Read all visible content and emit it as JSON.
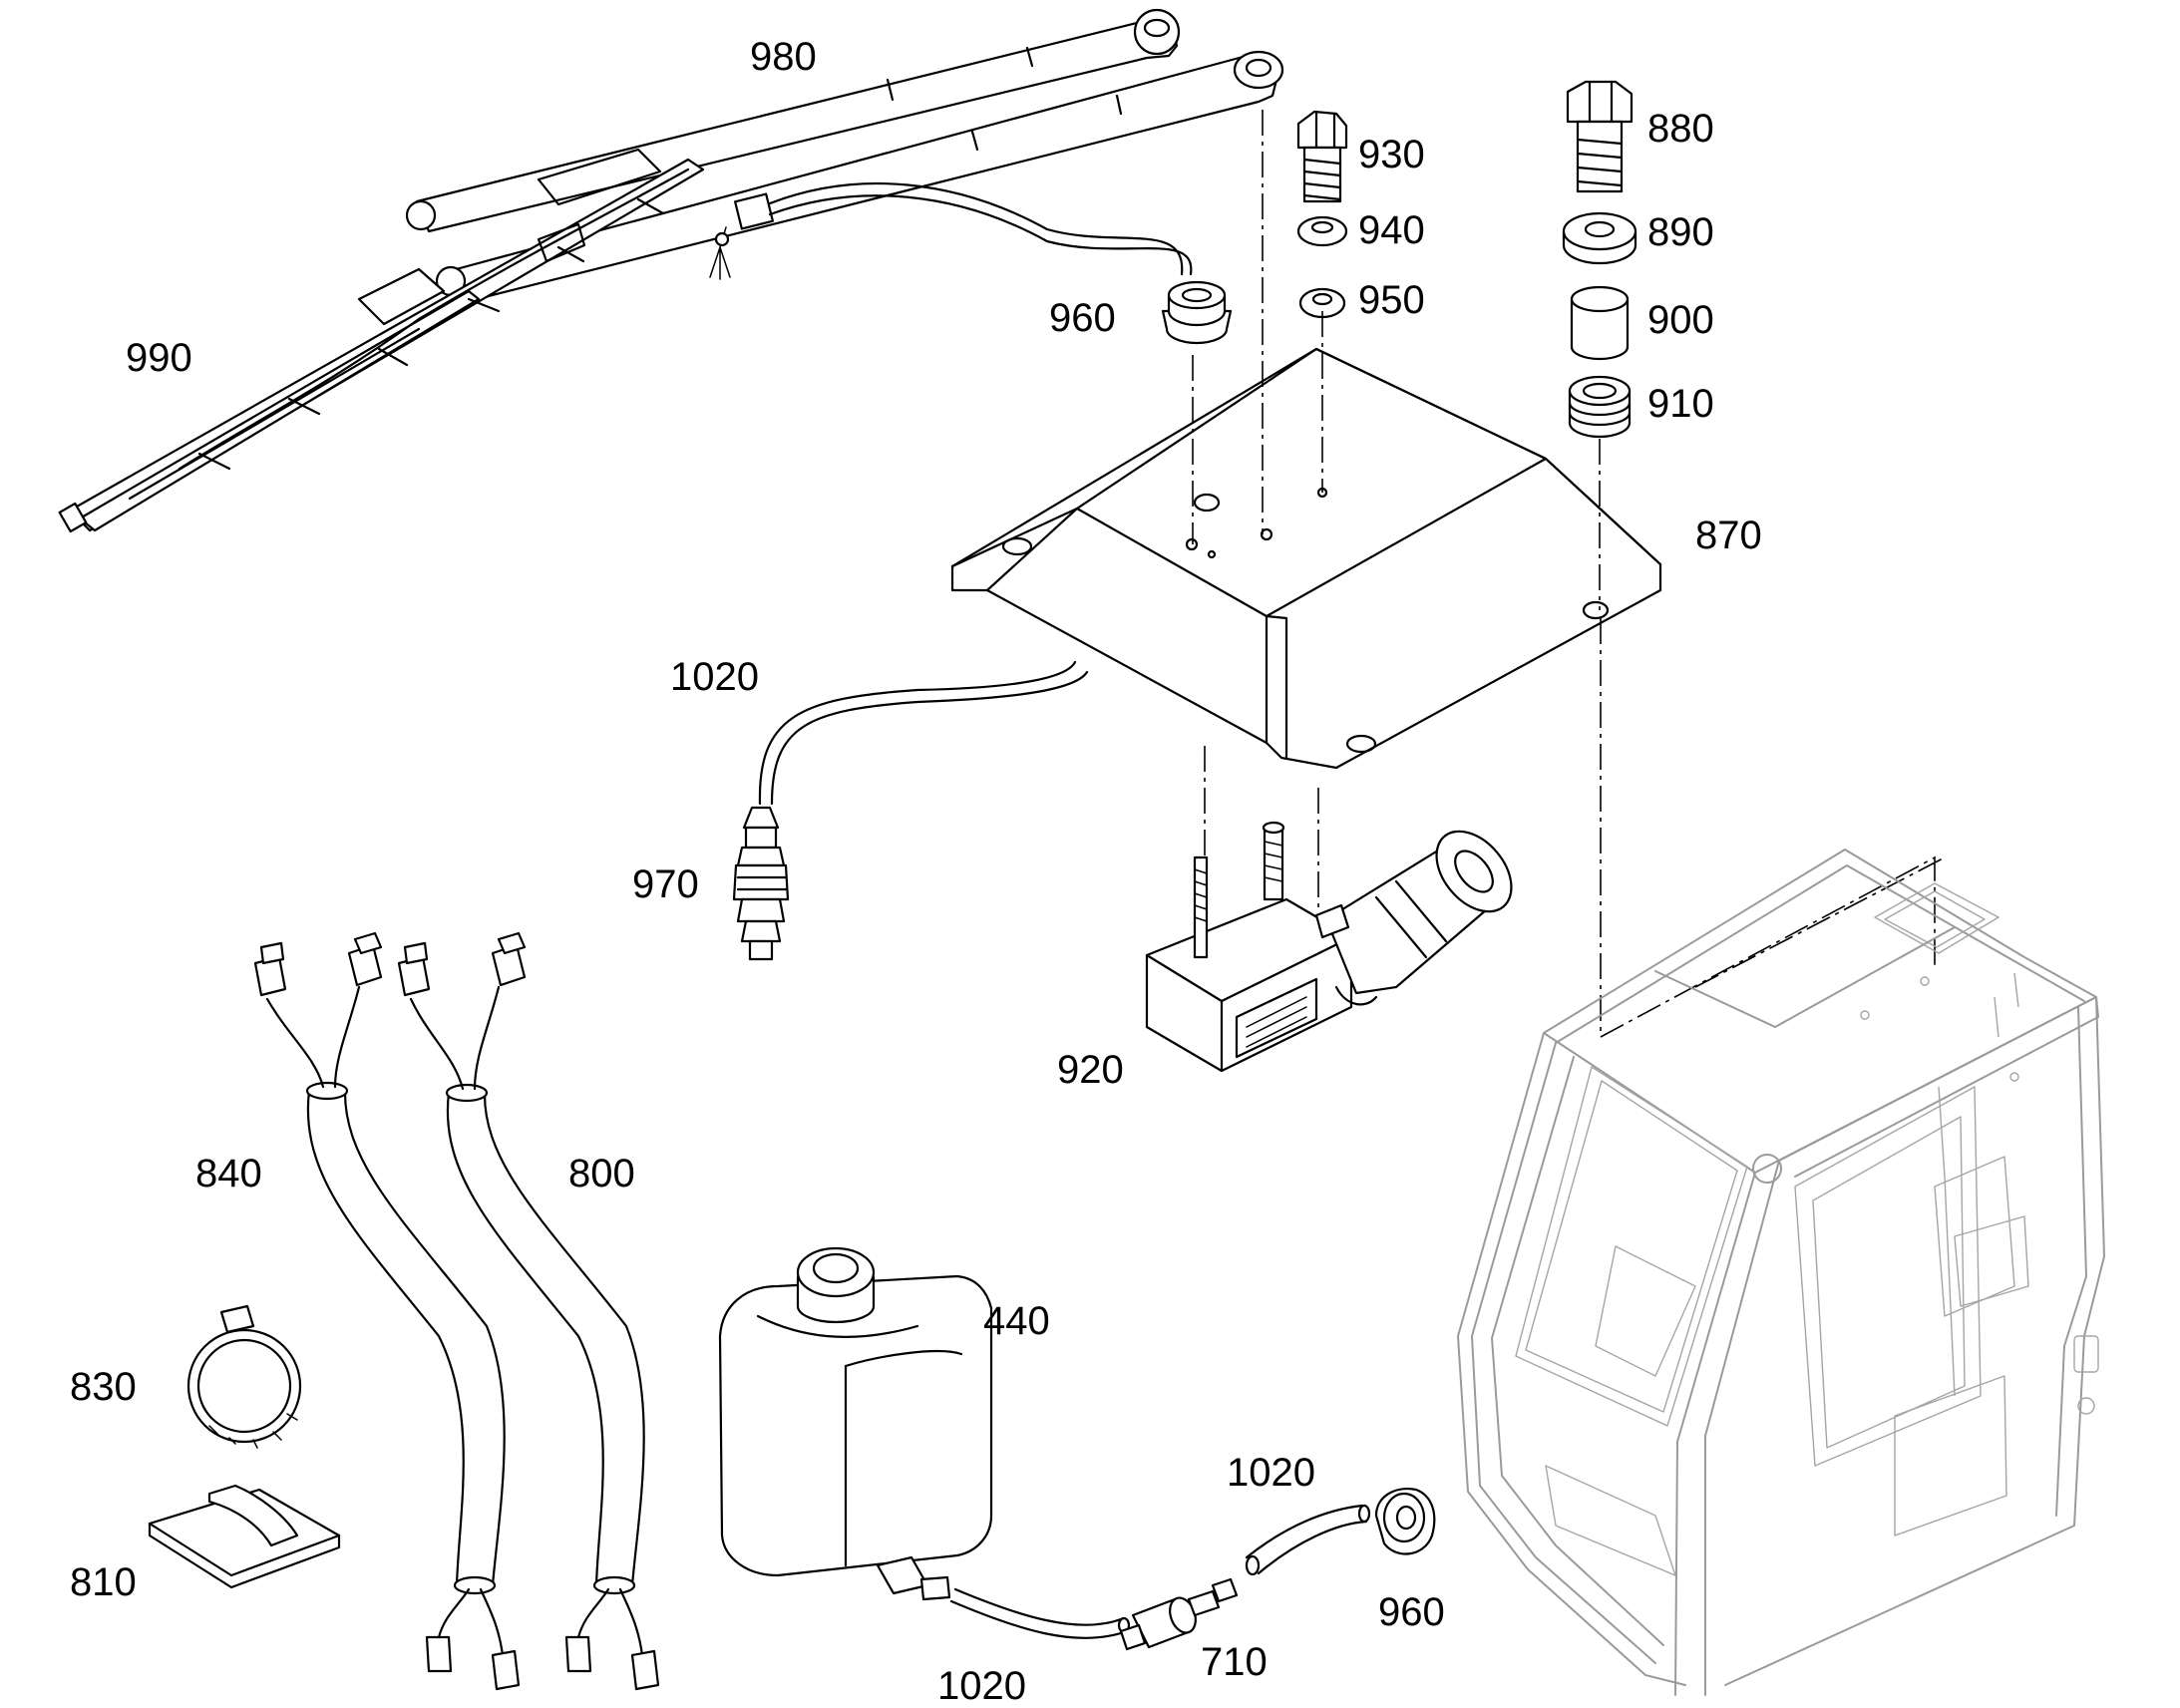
{
  "labels": {
    "l980": "980",
    "l990": "990",
    "l930": "930",
    "l940": "940",
    "l950": "950",
    "l960a": "960",
    "l880": "880",
    "l890": "890",
    "l900": "900",
    "l910": "910",
    "l870": "870",
    "l1020a": "1020",
    "l970": "970",
    "l920": "920",
    "l840": "840",
    "l800": "800",
    "l830": "830",
    "l810": "810",
    "l440": "440",
    "l1020b": "1020",
    "l960b": "960",
    "l710": "710",
    "l1020c": "1020"
  }
}
